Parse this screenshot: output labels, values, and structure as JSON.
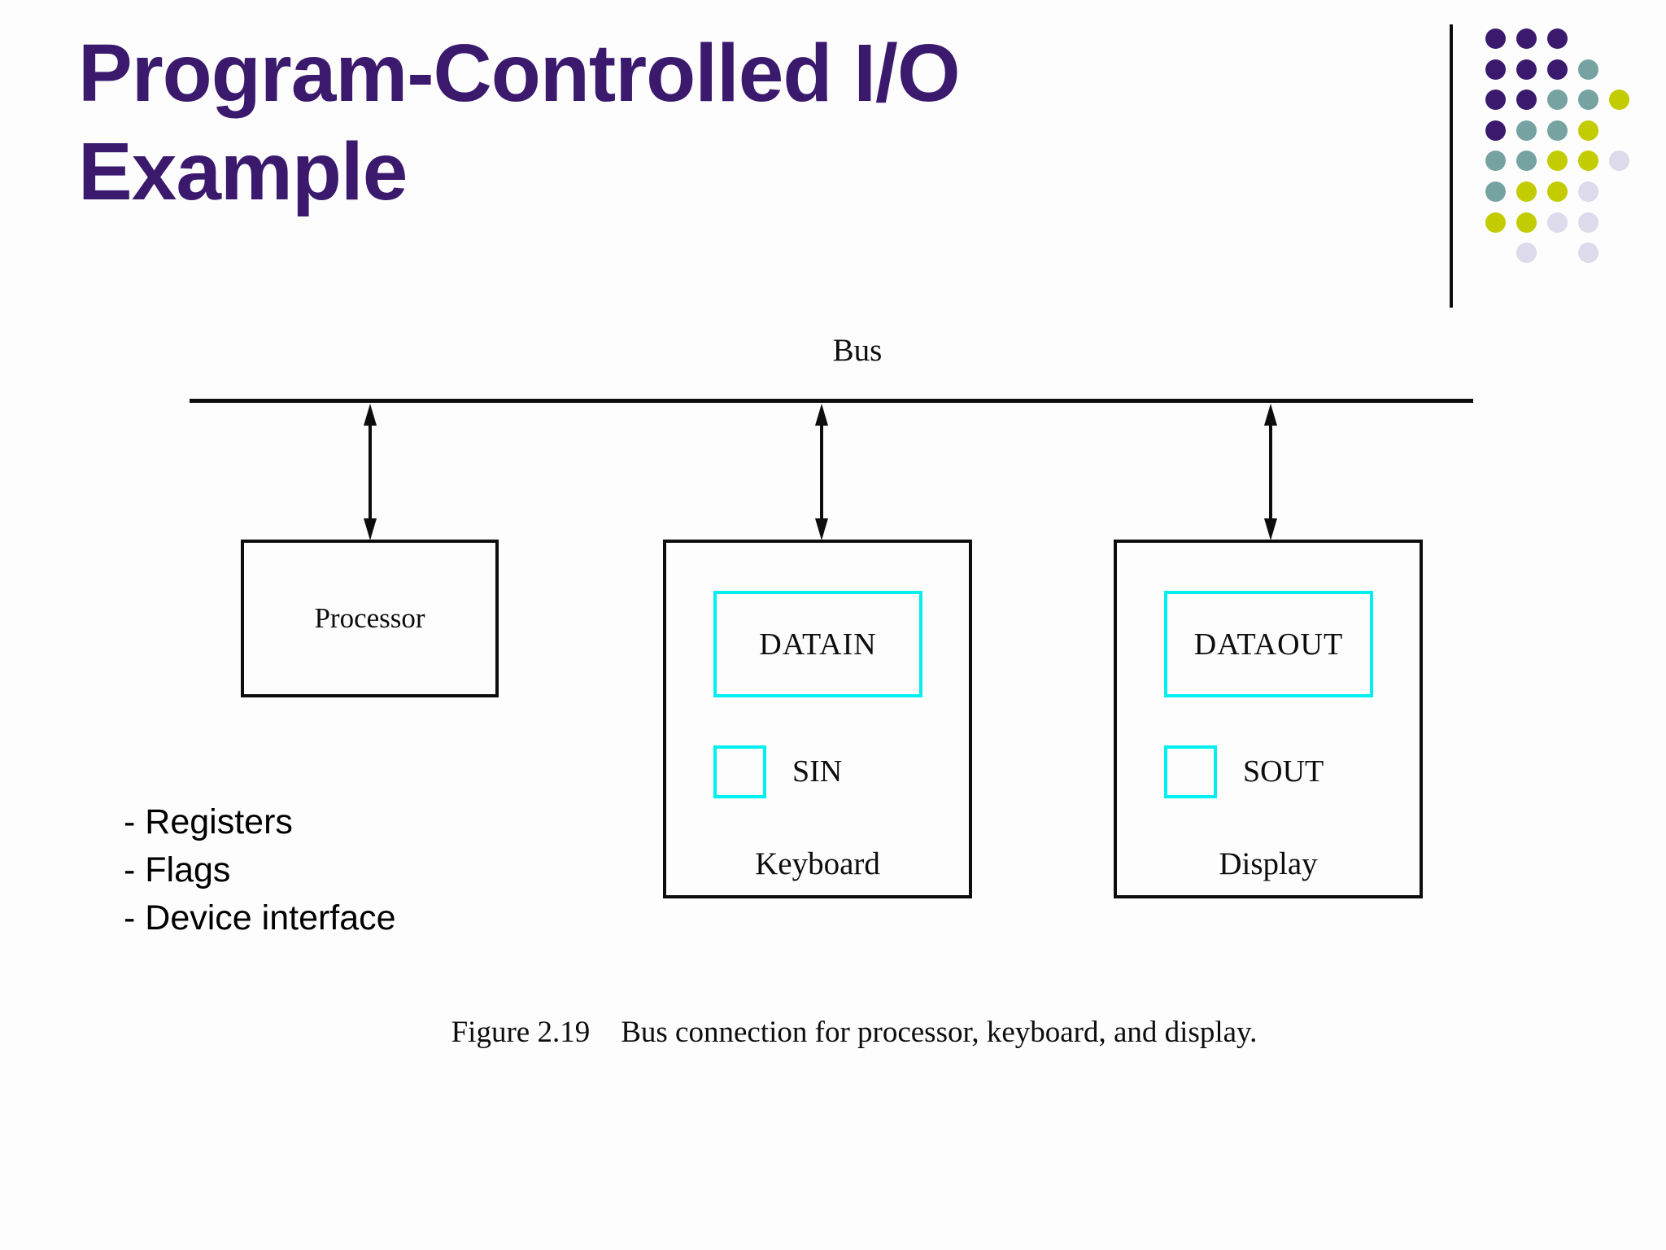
{
  "slide": {
    "title_line1": "Program-Controlled I/O",
    "title_line2": "Example",
    "title_color": "#3b1a6e"
  },
  "decoration": {
    "palette": {
      "P": "#3b1a6e",
      "T": "#76a2a2",
      "Y": "#c3cc00",
      "L": "#dcdaeb"
    },
    "pattern": [
      "PPP..",
      "PPPT.",
      "PPTTY",
      "PTTY.",
      "TTYYL",
      "TYYL.",
      "YYLL.",
      ".L.L."
    ]
  },
  "diagram": {
    "bus_label": "Bus",
    "accent_color": "#00efef",
    "processor": {
      "label": "Processor"
    },
    "keyboard": {
      "register_label": "DATAIN",
      "flag_label": "SIN",
      "device_label": "Keyboard"
    },
    "display": {
      "register_label": "DATAOUT",
      "flag_label": "SOUT",
      "device_label": "Display"
    }
  },
  "notes": [
    "- Registers",
    "- Flags",
    "- Device interface"
  ],
  "caption": {
    "label": "Figure 2.19",
    "text": "Bus connection for processor, keyboard, and display."
  }
}
